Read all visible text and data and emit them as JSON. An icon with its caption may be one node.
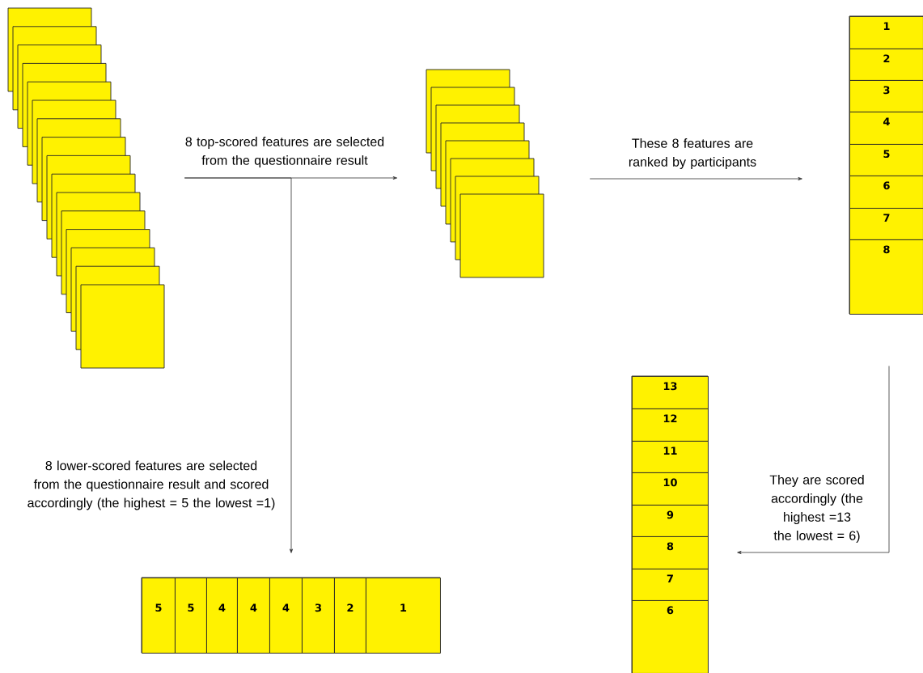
{
  "diagram": {
    "nodes": [
      {
        "text": [],
        "shape": "box"
      },
      {
        "text": [],
        "shape": "box"
      },
      {
        "text": [],
        "shape": "bar"
      },
      {
        "text": [
          "1"
        ],
        "in": 2
      },
      {
        "text": [
          "2"
        ],
        "in": 2
      },
      {
        "text": [
          "3"
        ],
        "in": 2
      },
      {
        "text": [
          "4"
        ],
        "in": 2
      },
      {
        "text": [
          "5"
        ],
        "in": 2
      },
      {
        "text": [
          "6"
        ],
        "in": 2
      },
      {
        "text": [
          "7"
        ],
        "in": 2
      },
      {
        "text": [
          "8"
        ],
        "in": 2
      },
      {
        "text": [],
        "shape": "bar"
      },
      {
        "text": [
          "13"
        ],
        "in": 11
      },
      {
        "text": [
          "12"
        ],
        "in": 11
      },
      {
        "text": [
          "11"
        ],
        "in": 11
      },
      {
        "text": [
          "10"
        ],
        "in": 11
      },
      {
        "text": [
          "9"
        ],
        "in": 11
      },
      {
        "text": [
          "8"
        ],
        "in": 11
      },
      {
        "text": [
          "7"
        ],
        "in": 11
      },
      {
        "text": [
          "6"
        ],
        "in": 11
      },
      {
        "text": [],
        "shape": "bar"
      },
      {
        "text": [
          "5"
        ],
        "in": 20
      },
      {
        "text": [
          "5"
        ],
        "in": 20
      },
      {
        "text": [
          "4"
        ],
        "in": 20
      },
      {
        "text": [
          "4"
        ],
        "in": 20
      },
      {
        "text": [
          "4"
        ],
        "in": 20
      },
      {
        "text": [
          "3"
        ],
        "in": 20
      },
      {
        "text": [
          "2"
        ],
        "in": 20
      },
      {
        "text": [
          "1"
        ],
        "in": 20
      }
    ],
    "edges": [
      {
        "from": 0,
        "to": 1,
        "arrow": "to",
        "label": "8 top-scored features are selected from the questionnaire result"
      },
      {
        "from": 1,
        "to": 2,
        "arrow": "to",
        "label": "These 8 features are ranked by participants"
      },
      {
        "from": 0,
        "to": 20,
        "arrow": "to",
        "label": "8 lower-scored features are selected from the questionnaire result and scored accordingly (the highest = 5 the lowest =1)"
      },
      {
        "from": 2,
        "to": 11,
        "arrow": "to",
        "label": "They are scored accordingly (the highest =13 the lowest = 6)"
      }
    ]
  }
}
